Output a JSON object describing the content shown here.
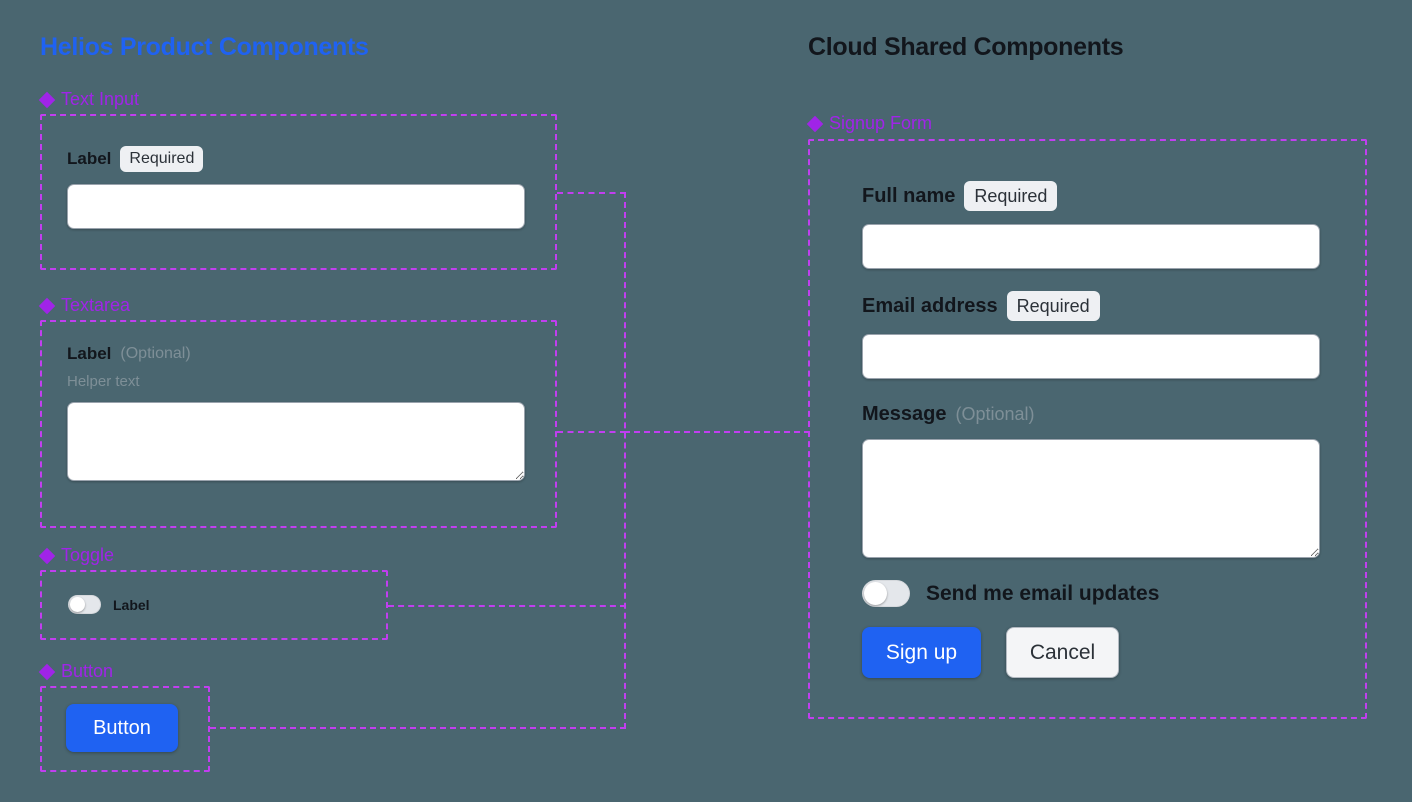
{
  "theme": {
    "background": "#4a6670",
    "accent_blue": "#1f62f2",
    "cluster_purple": "#a024e8",
    "dashed_border": "#c13ef0",
    "label_dark": "#12161c",
    "muted_gray": "#7e8f97",
    "badge_bg": "#eef0f3",
    "input_bg": "#ffffff"
  },
  "left_panel": {
    "title": "Helios Product Components",
    "sections": [
      {
        "icon": "cluster-icon",
        "label": "Text Input",
        "field": {
          "label": "Label",
          "badge": "Required",
          "value": "",
          "placeholder": ""
        }
      },
      {
        "icon": "cluster-icon",
        "label": "Textarea",
        "field": {
          "label": "Label",
          "optional": "(Optional)",
          "helper": "Helper text",
          "value": "",
          "placeholder": ""
        }
      },
      {
        "icon": "cluster-icon",
        "label": "Toggle",
        "field": {
          "label": "Label",
          "state": "off"
        }
      },
      {
        "icon": "cluster-icon",
        "label": "Button",
        "field": {
          "label": "Button"
        }
      }
    ]
  },
  "right_panel": {
    "title": "Cloud Shared Components",
    "section": {
      "icon": "cluster-icon",
      "label": "Signup Form"
    },
    "form": {
      "full_name": {
        "label": "Full name",
        "badge": "Required",
        "value": "",
        "placeholder": ""
      },
      "email": {
        "label": "Email address",
        "badge": "Required",
        "value": "",
        "placeholder": ""
      },
      "message": {
        "label": "Message",
        "optional": "(Optional)",
        "value": "",
        "placeholder": ""
      },
      "newsletter_toggle": {
        "label": "Send me email updates",
        "state": "off"
      },
      "submit_button": "Sign up",
      "cancel_button": "Cancel"
    }
  }
}
